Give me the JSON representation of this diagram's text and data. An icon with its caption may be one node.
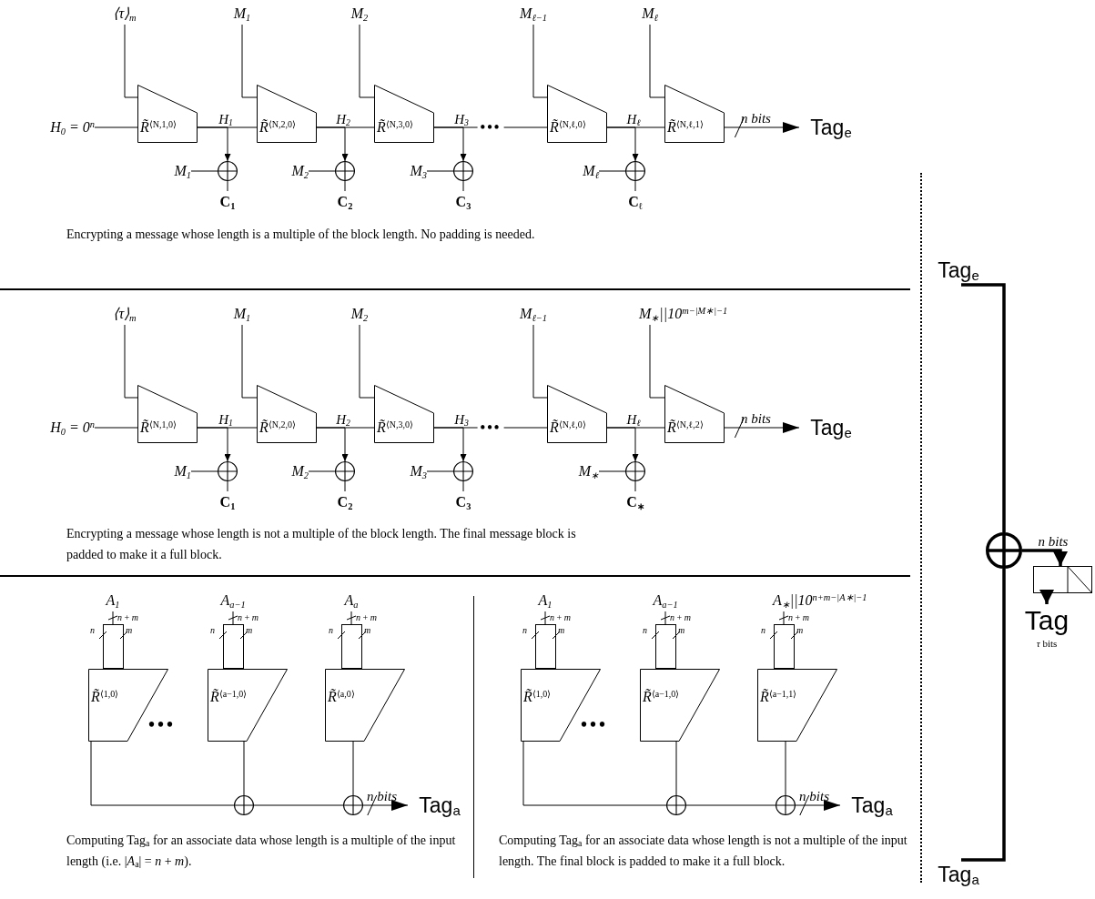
{
  "diagram": {
    "nodes": [
      {
        "text": [
          "⟨τ⟩$_{m}$"
        ]
      },
      {
        "text": [
          "M$_{1}$"
        ]
      },
      {
        "text": [
          "M$_{2}$"
        ]
      },
      {
        "text": [
          "M$_{ℓ−1}$"
        ]
      },
      {
        "text": [
          "M$_{ℓ}$"
        ]
      },
      {
        "text": [
          "H$_{0}$ = 0$^{n}$"
        ]
      },
      {
        "text": [
          "R̃$^{⟨N,1,0⟩}$"
        ]
      },
      {
        "text": [
          "R̃$^{⟨N,2,0⟩}$"
        ]
      },
      {
        "text": [
          "R̃$^{⟨N,3,0⟩}$"
        ]
      },
      {
        "text": [
          "R̃$^{⟨N,ℓ,0⟩}$"
        ]
      },
      {
        "text": [
          "R̃$^{⟨N,ℓ,1⟩}$"
        ]
      },
      {
        "text": [
          "Tag$_{e}$"
        ]
      },
      {
        "text": [],
        "shape": "circle"
      },
      {
        "text": [],
        "shape": "circle"
      },
      {
        "text": [],
        "shape": "circle"
      },
      {
        "text": [],
        "shape": "circle"
      },
      {
        "text": [
          "M$_{1}$"
        ]
      },
      {
        "text": [
          "M$_{2}$"
        ]
      },
      {
        "text": [
          "M$_{3}$"
        ]
      },
      {
        "text": [
          "M$_{ℓ}$"
        ]
      },
      {
        "text": [
          "C$_{1}$"
        ]
      },
      {
        "text": [
          "C$_{2}$"
        ]
      },
      {
        "text": [
          "C$_{3}$"
        ]
      },
      {
        "text": [
          "C$_{ℓ}$"
        ]
      },
      {
        "text": [
          "⟨τ⟩$_{m}$"
        ]
      },
      {
        "text": [
          "M$_{1}$"
        ]
      },
      {
        "text": [
          "M$_{2}$"
        ]
      },
      {
        "text": [
          "M$_{ℓ−1}$"
        ]
      },
      {
        "text": [
          "M$_{∗}$||10$^{m−|M∗|−1}$"
        ]
      },
      {
        "text": [
          "H$_{0}$ = 0$^{n}$"
        ]
      },
      {
        "text": [
          "R̃$^{⟨N,1,0⟩}$"
        ]
      },
      {
        "text": [
          "R̃$^{⟨N,2,0⟩}$"
        ]
      },
      {
        "text": [
          "R̃$^{⟨N,3,0⟩}$"
        ]
      },
      {
        "text": [
          "R̃$^{⟨N,ℓ,0⟩}$"
        ]
      },
      {
        "text": [
          "R̃$^{⟨N,ℓ,2⟩}$"
        ]
      },
      {
        "text": [
          "Tag$_{e}$"
        ]
      },
      {
        "text": [],
        "shape": "circle"
      },
      {
        "text": [],
        "shape": "circle"
      },
      {
        "text": [],
        "shape": "circle"
      },
      {
        "text": [],
        "shape": "circle"
      },
      {
        "text": [
          "M$_{1}$"
        ]
      },
      {
        "text": [
          "M$_{2}$"
        ]
      },
      {
        "text": [
          "M$_{3}$"
        ]
      },
      {
        "text": [
          "M$_{∗}$"
        ]
      },
      {
        "text": [
          "C$_{1}$"
        ]
      },
      {
        "text": [
          "C$_{2}$"
        ]
      },
      {
        "text": [
          "C$_{3}$"
        ]
      },
      {
        "text": [
          "C$_{∗}$"
        ]
      },
      {
        "text": [
          "A$_{1}$"
        ]
      },
      {
        "text": [
          "A$_{a−1}$"
        ]
      },
      {
        "text": [
          "A$_{a}$"
        ]
      },
      {
        "text": [],
        "shape": "box"
      },
      {
        "text": [],
        "shape": "box"
      },
      {
        "text": [],
        "shape": "box"
      },
      {
        "text": [
          "R̃$^{⟨1,0⟩}$"
        ]
      },
      {
        "text": [
          "R̃$^{⟨a−1,0⟩}$"
        ]
      },
      {
        "text": [
          "R̃$^{⟨a,0⟩}$"
        ]
      },
      {
        "text": [],
        "shape": "circle"
      },
      {
        "text": [],
        "shape": "circle"
      },
      {
        "text": [
          "Tag$_{a}$"
        ]
      },
      {
        "text": [
          "A$_{1}$"
        ]
      },
      {
        "text": [
          "A$_{a−1}$"
        ]
      },
      {
        "text": [
          "A$_{∗}$||10$^{n+m−|A∗|−1}$"
        ]
      },
      {
        "text": [],
        "shape": "box"
      },
      {
        "text": [],
        "shape": "box"
      },
      {
        "text": [],
        "shape": "box"
      },
      {
        "text": [
          "R̃$^{⟨1,0⟩}$"
        ]
      },
      {
        "text": [
          "R̃$^{⟨a−1,0⟩}$"
        ]
      },
      {
        "text": [
          "R̃$^{⟨a−1,1⟩}$"
        ]
      },
      {
        "text": [],
        "shape": "circle"
      },
      {
        "text": [],
        "shape": "circle"
      },
      {
        "text": [
          "Tag$_{a}$"
        ]
      },
      {
        "text": [
          "Tag$_{e}$"
        ]
      },
      {
        "text": [
          "Tag$_{a}$"
        ]
      },
      {
        "text": [],
        "shape": "circle"
      },
      {
        "text": [],
        "shape": "box"
      },
      {
        "text": [
          "Tag"
        ],
        "beside": [
          "*τ* bits"
        ]
      }
    ],
    "edges": [
      {
        "from": 0,
        "to": 6,
        "arrow": "none"
      },
      {
        "from": 1,
        "to": 7,
        "arrow": "none"
      },
      {
        "from": 2,
        "to": 8,
        "arrow": "none"
      },
      {
        "from": 3,
        "to": 9,
        "arrow": "none"
      },
      {
        "from": 4,
        "to": 10,
        "arrow": "none"
      },
      {
        "from": 5,
        "to": 6,
        "arrow": "none"
      },
      {
        "from": 6,
        "to": 7,
        "arrow": "none"
      },
      {
        "from": 7,
        "to": 8,
        "arrow": "none"
      },
      {
        "from": 8,
        "to": 9,
        "arrow": "none",
        "label": "•••"
      },
      {
        "from": 9,
        "to": 10,
        "arrow": "none"
      },
      {
        "from": 6,
        "to": 12,
        "arrow": "to",
        "label": "H$_{1}$"
      },
      {
        "from": 7,
        "to": 13,
        "arrow": "to",
        "label": "H$_{2}$"
      },
      {
        "from": 8,
        "to": 14,
        "arrow": "to",
        "label": "H$_{3}$"
      },
      {
        "from": 9,
        "to": 15,
        "arrow": "to",
        "label": "H$_{ℓ}$"
      },
      {
        "from": 16,
        "to": 12,
        "arrow": "none"
      },
      {
        "from": 17,
        "to": 13,
        "arrow": "none"
      },
      {
        "from": 18,
        "to": 14,
        "arrow": "none"
      },
      {
        "from": 19,
        "to": 15,
        "arrow": "none"
      },
      {
        "from": 12,
        "to": 20,
        "arrow": "none"
      },
      {
        "from": 13,
        "to": 21,
        "arrow": "none"
      },
      {
        "from": 14,
        "to": 22,
        "arrow": "none"
      },
      {
        "from": 15,
        "to": 23,
        "arrow": "none"
      },
      {
        "from": 10,
        "to": 11,
        "arrow": "to",
        "label": "*n* bits"
      },
      {
        "from": 24,
        "to": 30,
        "arrow": "none"
      },
      {
        "from": 25,
        "to": 31,
        "arrow": "none"
      },
      {
        "from": 26,
        "to": 32,
        "arrow": "none"
      },
      {
        "from": 27,
        "to": 33,
        "arrow": "none"
      },
      {
        "from": 28,
        "to": 34,
        "arrow": "none"
      },
      {
        "from": 29,
        "to": 30,
        "arrow": "none"
      },
      {
        "from": 30,
        "to": 31,
        "arrow": "none"
      },
      {
        "from": 31,
        "to": 32,
        "arrow": "none"
      },
      {
        "from": 32,
        "to": 33,
        "arrow": "none",
        "label": "•••"
      },
      {
        "from": 33,
        "to": 34,
        "arrow": "none"
      },
      {
        "from": 30,
        "to": 36,
        "arrow": "to",
        "label": "H$_{1}$"
      },
      {
        "from": 31,
        "to": 37,
        "arrow": "to",
        "label": "H$_{2}$"
      },
      {
        "from": 32,
        "to": 38,
        "arrow": "to",
        "label": "H$_{3}$"
      },
      {
        "from": 33,
        "to": 39,
        "arrow": "to",
        "label": "H$_{ℓ}$"
      },
      {
        "from": 40,
        "to": 36,
        "arrow": "none"
      },
      {
        "from": 41,
        "to": 37,
        "arrow": "none"
      },
      {
        "from": 42,
        "to": 38,
        "arrow": "none"
      },
      {
        "from": 43,
        "to": 39,
        "arrow": "none"
      },
      {
        "from": 36,
        "to": 44,
        "arrow": "none"
      },
      {
        "from": 37,
        "to": 45,
        "arrow": "none"
      },
      {
        "from": 38,
        "to": 46,
        "arrow": "none"
      },
      {
        "from": 39,
        "to": 47,
        "arrow": "none"
      },
      {
        "from": 34,
        "to": 35,
        "arrow": "to",
        "label": "*n* bits"
      },
      {
        "from": 48,
        "to": 51,
        "arrow": "none",
        "label": "*n* + *m*"
      },
      {
        "from": 49,
        "to": 52,
        "arrow": "none",
        "label": "*n* + *m*"
      },
      {
        "from": 50,
        "to": 53,
        "arrow": "none",
        "label": "*n* + *m*"
      },
      {
        "from": 54,
        "to": 57,
        "arrow": "none"
      },
      {
        "from": 55,
        "to": 57,
        "arrow": "none"
      },
      {
        "from": 57,
        "to": 58,
        "arrow": "none"
      },
      {
        "from": 56,
        "to": 58,
        "arrow": "none"
      },
      {
        "from": 58,
        "to": 59,
        "arrow": "to",
        "label": "*n* bits"
      },
      {
        "from": 60,
        "to": 63,
        "arrow": "none",
        "label": "*n* + *m*"
      },
      {
        "from": 61,
        "to": 64,
        "arrow": "none",
        "label": "*n* + *m*"
      },
      {
        "from": 62,
        "to": 65,
        "arrow": "none",
        "label": "*n* + *m*"
      },
      {
        "from": 66,
        "to": 69,
        "arrow": "none"
      },
      {
        "from": 67,
        "to": 69,
        "arrow": "none"
      },
      {
        "from": 69,
        "to": 70,
        "arrow": "none"
      },
      {
        "from": 68,
        "to": 70,
        "arrow": "none"
      },
      {
        "from": 70,
        "to": 71,
        "arrow": "to",
        "label": "*n* bits"
      },
      {
        "from": 72,
        "to": 74,
        "arrow": "none",
        "style": "thick"
      },
      {
        "from": 73,
        "to": 74,
        "arrow": "none",
        "style": "thick"
      },
      {
        "from": 74,
        "to": 75,
        "arrow": "to",
        "style": "thick",
        "label": "*n* bits"
      },
      {
        "from": 75,
        "to": 76,
        "arrow": "to",
        "style": "thick"
      }
    ],
    "labels": [
      "Encrypting a message whose length is a multiple of the block length. No padding is needed.",
      "Encrypting a message whose length is not a multiple of the block length. The final message block is padded to make it a full block.",
      "*n*",
      "*m*",
      "*n*",
      "*m*",
      "*n*",
      "*m*",
      "•••",
      "Computing Tag$_{a}$ for an associate data whose length is a multiple of the input length (i.e. |*A*$_{a}$| = *n* + *m*).",
      "*n*",
      "*m*",
      "*n*",
      "*m*",
      "*n*",
      "*m*",
      "•••",
      "Computing Tag$_{a}$ for an associate data whose length is not a multiple of the input length. The final block is padded to make it a full block."
    ]
  }
}
